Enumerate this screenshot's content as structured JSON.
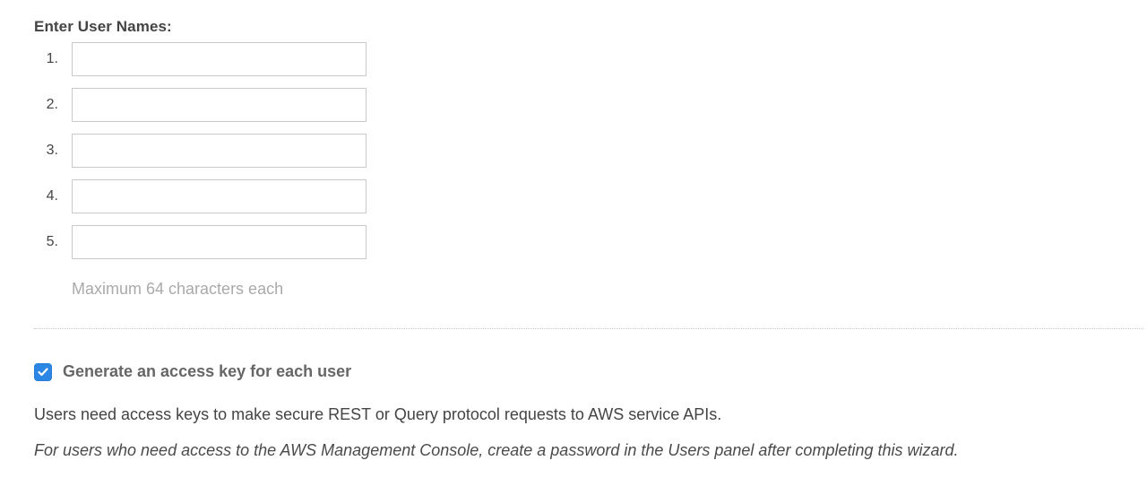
{
  "form": {
    "title": "Enter User Names:",
    "rows": [
      {
        "label": "1.",
        "value": ""
      },
      {
        "label": "2.",
        "value": ""
      },
      {
        "label": "3.",
        "value": ""
      },
      {
        "label": "4.",
        "value": ""
      },
      {
        "label": "5.",
        "value": ""
      }
    ],
    "hint": "Maximum 64 characters each"
  },
  "access_key_option": {
    "checked": true,
    "label": "Generate an access key for each user",
    "description": "Users need access keys to make secure REST or Query protocol requests to AWS service APIs.",
    "note": "For users who need access to the AWS Management Console, create a password in the Users panel after completing this wizard."
  },
  "colors": {
    "checkbox_blue": "#2b87e3",
    "hint_gray": "#aaaaaa",
    "text_dark": "#444444",
    "border_gray": "#c9c9c9"
  }
}
